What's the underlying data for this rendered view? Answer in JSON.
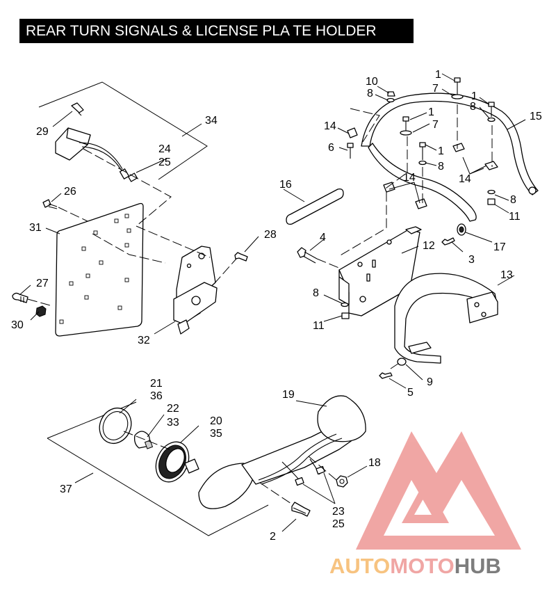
{
  "title": "REAR TURN SIGNALS & LICENSE PLA TE HOLDER",
  "callouts": {
    "c34": "34",
    "c29": "29",
    "c24": "24",
    "c25": "25",
    "c26": "26",
    "c31": "31",
    "c28": "28",
    "c27": "27",
    "c30": "30",
    "c32": "32",
    "c10": "10",
    "c8a": "8",
    "c1a": "1",
    "c7a": "7",
    "c1b": "1",
    "c8b": "8",
    "c15": "15",
    "c1c": "1",
    "c7b": "7",
    "c14a": "14",
    "c6": "6",
    "c1d": "1",
    "c8c": "8",
    "c16": "16",
    "c14b": "14",
    "c14c": "14",
    "c8d": "8",
    "c11a": "11",
    "c4": "4",
    "c12": "12",
    "c17": "17",
    "c3": "3",
    "c13": "13",
    "c8e": "8",
    "c11b": "11",
    "c9": "9",
    "c5": "5",
    "c21": "21",
    "c36": "36",
    "c22": "22",
    "c33": "33",
    "c20": "20",
    "c35": "35",
    "c19": "19",
    "c18": "18",
    "c37": "37",
    "c23": "23",
    "c25b": "25",
    "c2": "2"
  },
  "logo": {
    "text_part1": "AUTO",
    "text_part2": "MOTO",
    "text_part3": "HUB",
    "colors": {
      "orange": "#f7c07a",
      "red": "#f0a2a0",
      "grey": "#777777"
    }
  }
}
